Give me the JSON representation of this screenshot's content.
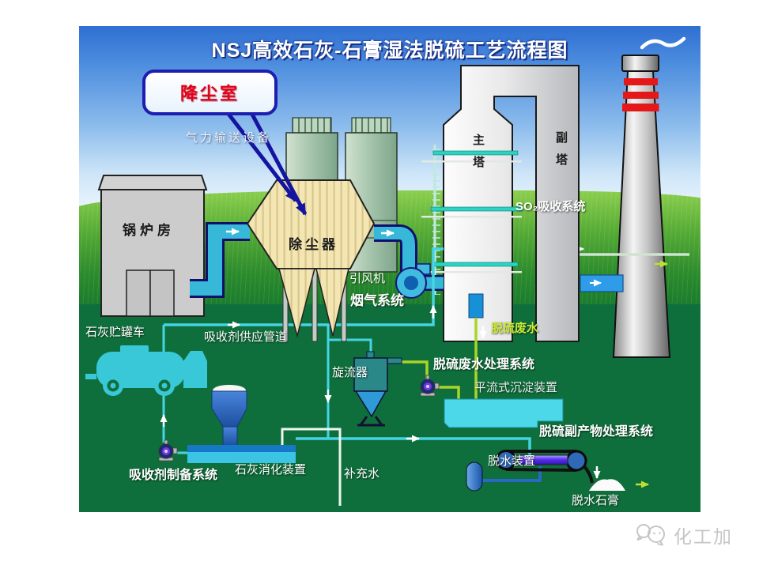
{
  "title": "NSJ高效石灰-石膏湿法脱硫工艺流程图",
  "callout": {
    "label": "降尘室"
  },
  "labels": {
    "pneumatic_conveyor": "气力输送设备",
    "boiler_house": "锅炉房",
    "dust_collector": "除尘器",
    "main_tower": "主塔",
    "aux_tower": "副塔",
    "so2_system": "SO₂吸收系统",
    "induced_fan": "引风机",
    "flue_gas_system": "烟气系统",
    "lime_tank_truck": "石灰贮罐车",
    "absorbent_supply_pipe": "吸收剂供应管道",
    "cyclone": "旋流器",
    "desulf_wastewater": "脱硫废水",
    "wastewater_system": "脱硫废水处理系统",
    "sedimentation_device": "平流式沉淀装置",
    "byproduct_system": "脱硫副产物处理系统",
    "dewatering_device": "脱水装置",
    "dewatered_gypsum": "脱水石膏",
    "absorbent_prep_system": "吸收剂制备系统",
    "lime_digestion_device": "石灰消化装置",
    "makeup_water": "补充水"
  },
  "watermark": {
    "text": "化工加"
  },
  "colors": {
    "callout_border": "#1d1db0",
    "callout_text": "#e60016",
    "duct_cyan": "#38b8d8",
    "pipe_thin_cyan": "#46d4e4",
    "pipe_yellow_green": "#aad428",
    "wastewater_text": "#cdea3a",
    "collector_beige": "#f3e6b2",
    "tower_gray": "#e8e8e8",
    "chimney_band_red": "#e41818",
    "ground_green": "#0f6f3c",
    "truck_cyan": "#38c8d8",
    "belt_purple": "#5a30f0"
  }
}
